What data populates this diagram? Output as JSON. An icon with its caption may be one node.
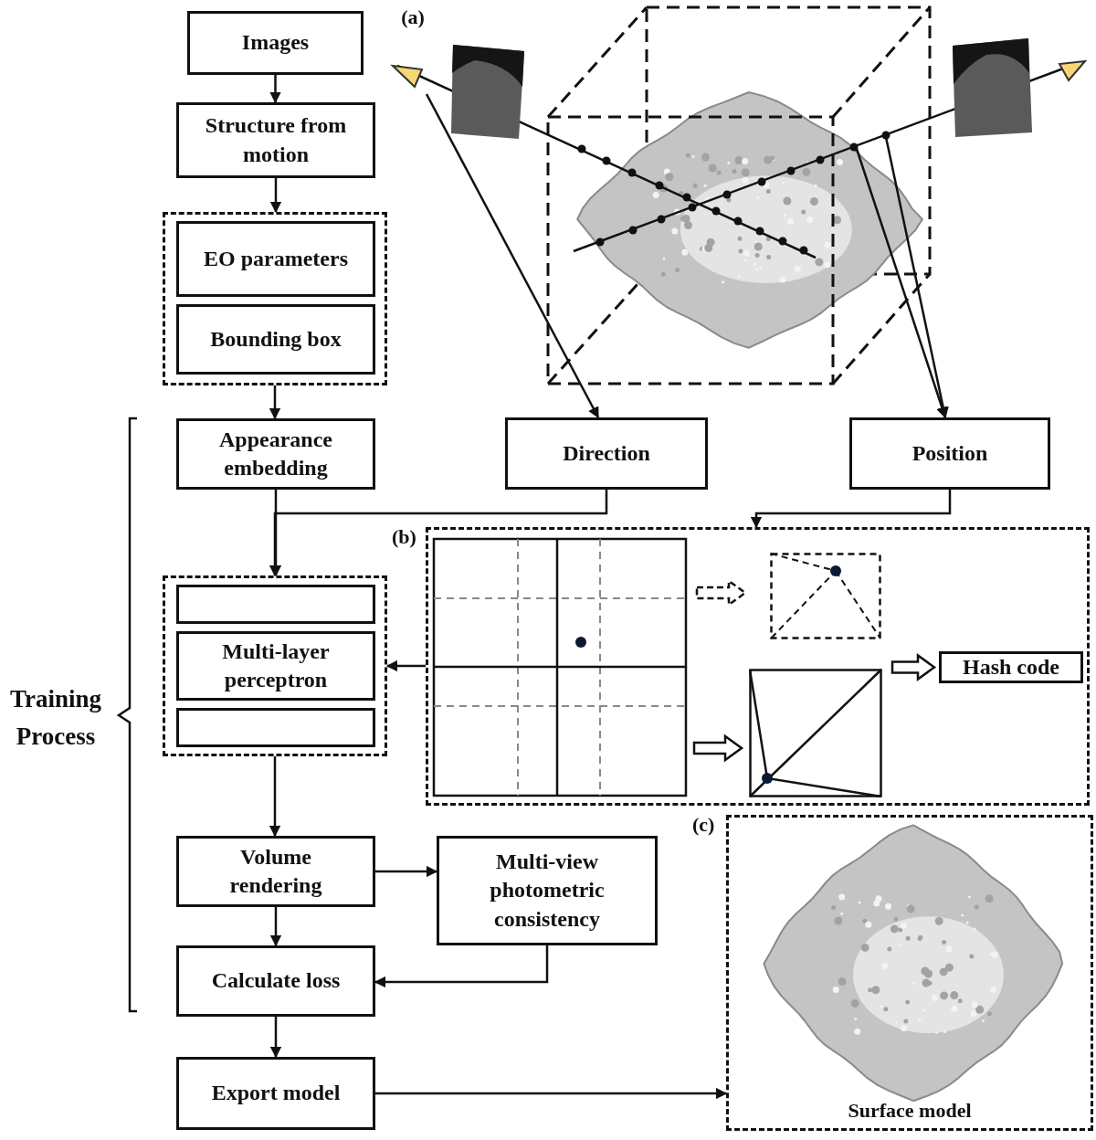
{
  "diagram": {
    "nodes": [
      {
        "text": [
          "Images"
        ]
      },
      {
        "text": [
          "Structure from motion"
        ]
      },
      {
        "text": [],
        "shape": "box"
      },
      {
        "text": [
          "EO parameters"
        ],
        "in": 2
      },
      {
        "text": [
          "Bounding box"
        ],
        "in": 2
      },
      {
        "text": [],
        "shape": "picture"
      },
      {
        "text": [
          "Appearance embedding"
        ]
      },
      {
        "text": [
          "Direction"
        ]
      },
      {
        "text": [
          "Position"
        ]
      },
      {
        "text": [],
        "shape": "box"
      },
      {
        "text": [],
        "shape": "box",
        "in": 9
      },
      {
        "text": [
          "Multi-layer perceptron"
        ],
        "in": 9
      },
      {
        "text": [],
        "shape": "box",
        "in": 9
      },
      {
        "text": [
          "(b)"
        ]
      },
      {
        "text": [],
        "shape": "picture",
        "in": 13
      },
      {
        "text": [],
        "shape": "box",
        "in": 13
      },
      {
        "text": [],
        "shape": "box",
        "in": 13
      },
      {
        "text": [
          "Hash code"
        ],
        "in": 13
      },
      {
        "text": [
          "Volume rendering"
        ]
      },
      {
        "text": [
          "Multi-view photometric consistency"
        ]
      },
      {
        "text": [
          "(c)",
          "Surface model"
        ]
      },
      {
        "text": [
          "Calculate loss"
        ]
      },
      {
        "text": [
          "Export model"
        ]
      }
    ],
    "edges": [
      {
        "from": 0,
        "to": 1,
        "arrow": "to"
      },
      {
        "from": 1,
        "to": 2,
        "arrow": "to"
      },
      {
        "from": 2,
        "to": 6,
        "arrow": "to"
      },
      {
        "from": 6,
        "to": 9,
        "arrow": "to"
      },
      {
        "from": 7,
        "to": 9,
        "arrow": "to"
      },
      {
        "from": 8,
        "to": 13,
        "arrow": "to"
      },
      {
        "from": 13,
        "to": 9,
        "arrow": "to"
      },
      {
        "from": 14,
        "to": 15,
        "arrow": "to",
        "style": "dashed"
      },
      {
        "from": 14,
        "to": 16,
        "arrow": "to",
        "style": "thick"
      },
      {
        "from": 16,
        "to": 17,
        "arrow": "to",
        "style": "thick"
      },
      {
        "from": 9,
        "to": 18,
        "arrow": "to"
      },
      {
        "from": 18,
        "to": 19,
        "arrow": "to"
      },
      {
        "from": 18,
        "to": 21,
        "arrow": "to"
      },
      {
        "from": 19,
        "to": 21,
        "arrow": "to"
      },
      {
        "from": 21,
        "to": 22,
        "arrow": "to"
      },
      {
        "from": 22,
        "to": 20,
        "arrow": "to"
      },
      {
        "from": 5,
        "to": 7,
        "arrow": "to"
      },
      {
        "from": 5,
        "to": 8,
        "arrow": "to"
      },
      {
        "from": 5,
        "to": 8,
        "arrow": "to"
      }
    ],
    "labels": [
      "(a)",
      "Training Process"
    ]
  }
}
